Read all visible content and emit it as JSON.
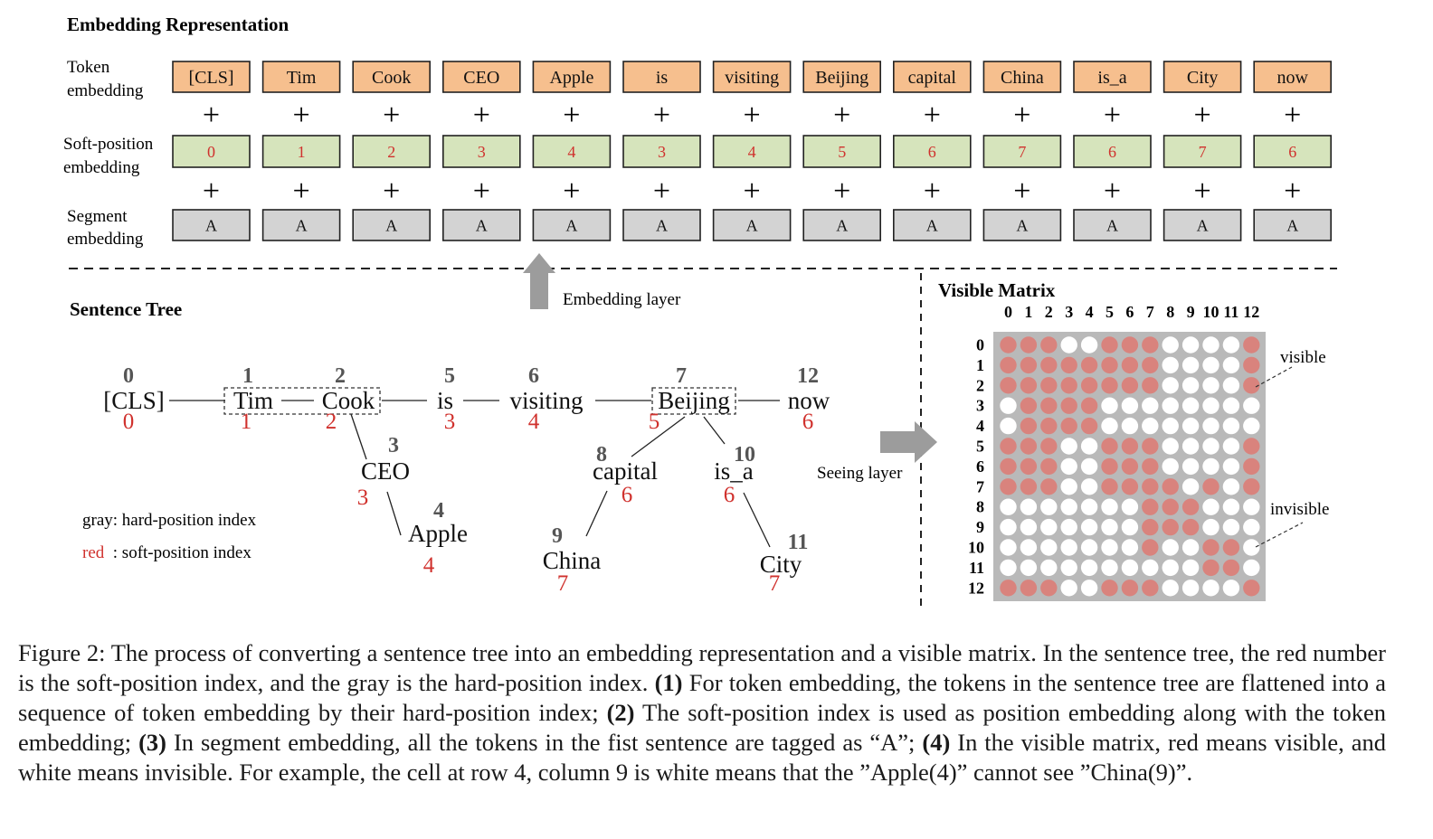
{
  "embedding": {
    "title": "Embedding Representation",
    "row_labels": {
      "token": [
        "Token",
        "embedding"
      ],
      "soft": [
        "Soft-position",
        "embedding"
      ],
      "segment": [
        "Segment",
        "embedding"
      ]
    },
    "tokens": [
      "[CLS]",
      "Tim",
      "Cook",
      "CEO",
      "Apple",
      "is",
      "visiting",
      "Beijing",
      "capital",
      "China",
      "is_a",
      "City",
      "now"
    ],
    "soft_positions": [
      "0",
      "1",
      "2",
      "3",
      "4",
      "3",
      "4",
      "5",
      "6",
      "7",
      "6",
      "7",
      "6"
    ],
    "segments": [
      "A",
      "A",
      "A",
      "A",
      "A",
      "A",
      "A",
      "A",
      "A",
      "A",
      "A",
      "A",
      "A"
    ],
    "plus": "+",
    "colors": {
      "token_fill": "#f6bf8e",
      "soft_fill": "#d6e4bc",
      "segment_fill": "#d3d3d3",
      "soft_text": "#d0312d"
    }
  },
  "tree": {
    "title": "Sentence Tree",
    "embedding_layer_label": "Embedding layer",
    "seeing_layer_label": "Seeing layer",
    "legend": {
      "gray_key": "gray",
      "gray_text": ": hard-position index",
      "red_key": "red",
      "red_text": "  : soft-position index"
    },
    "nodes": [
      {
        "word": "[CLS]",
        "hard": "0",
        "soft": "0"
      },
      {
        "word": "Tim",
        "hard": "1",
        "soft": "1"
      },
      {
        "word": "Cook",
        "hard": "2",
        "soft": "2"
      },
      {
        "word": "is",
        "hard": "5",
        "soft": "3"
      },
      {
        "word": "visiting",
        "hard": "6",
        "soft": "4"
      },
      {
        "word": "Beijing",
        "hard": "7",
        "soft": "5"
      },
      {
        "word": "now",
        "hard": "12",
        "soft": "6"
      },
      {
        "word": "CEO",
        "hard": "3",
        "soft": "3"
      },
      {
        "word": "Apple",
        "hard": "4",
        "soft": "4"
      },
      {
        "word": "capital",
        "hard": "8",
        "soft": "6"
      },
      {
        "word": "is_a",
        "hard": "10",
        "soft": "6"
      },
      {
        "word": "China",
        "hard": "9",
        "soft": "7"
      },
      {
        "word": "City",
        "hard": "11",
        "soft": "7"
      }
    ],
    "colors": {
      "hard": "#555555",
      "soft": "#d0312d"
    }
  },
  "matrix": {
    "title": "Visible Matrix",
    "col_labels": [
      "0",
      "1",
      "2",
      "3",
      "4",
      "5",
      "6",
      "7",
      "8",
      "9",
      "10",
      "11",
      "12"
    ],
    "row_labels": [
      "0",
      "1",
      "2",
      "3",
      "4",
      "5",
      "6",
      "7",
      "8",
      "9",
      "10",
      "11",
      "12"
    ],
    "visible_label": "visible",
    "invisible_label": "invisible",
    "cells": [
      [
        1,
        1,
        1,
        0,
        0,
        1,
        1,
        1,
        0,
        0,
        0,
        0,
        1
      ],
      [
        1,
        1,
        1,
        1,
        1,
        1,
        1,
        1,
        0,
        0,
        0,
        0,
        1
      ],
      [
        1,
        1,
        1,
        1,
        1,
        1,
        1,
        1,
        0,
        0,
        0,
        0,
        1
      ],
      [
        0,
        1,
        1,
        1,
        1,
        0,
        0,
        0,
        0,
        0,
        0,
        0,
        0
      ],
      [
        0,
        1,
        1,
        1,
        1,
        0,
        0,
        0,
        0,
        0,
        0,
        0,
        0
      ],
      [
        1,
        1,
        1,
        0,
        0,
        1,
        1,
        1,
        0,
        0,
        0,
        0,
        1
      ],
      [
        1,
        1,
        1,
        0,
        0,
        1,
        1,
        1,
        0,
        0,
        0,
        0,
        1
      ],
      [
        1,
        1,
        1,
        0,
        0,
        1,
        1,
        1,
        1,
        0,
        1,
        0,
        1
      ],
      [
        0,
        0,
        0,
        0,
        0,
        0,
        0,
        1,
        1,
        1,
        0,
        0,
        0
      ],
      [
        0,
        0,
        0,
        0,
        0,
        0,
        0,
        1,
        1,
        1,
        0,
        0,
        0
      ],
      [
        0,
        0,
        0,
        0,
        0,
        0,
        0,
        1,
        0,
        0,
        1,
        1,
        0
      ],
      [
        0,
        0,
        0,
        0,
        0,
        0,
        0,
        0,
        0,
        0,
        1,
        1,
        0
      ],
      [
        1,
        1,
        1,
        0,
        0,
        1,
        1,
        1,
        0,
        0,
        0,
        0,
        1
      ]
    ],
    "colors": {
      "visible": "#d9837d",
      "invisible": "#ffffff",
      "background": "#b9b9b9"
    }
  },
  "caption": {
    "p1": "Figure 2: The process of converting a sentence tree into an embedding representation and a visible matrix. In the sentence tree, the red number is the soft-position index, and the gray is the hard-position index. ",
    "b1": "(1)",
    "p2": " For token embedding, the tokens in the sentence tree are flattened into a sequence of token embedding by their hard-position index; ",
    "b2": "(2)",
    "p3": " The soft-position index is used as position embedding along with the token embedding; ",
    "b3": "(3)",
    "p4": " In segment embedding, all the tokens in the fist sentence are tagged as “A”; ",
    "b4": "(4)",
    "p5": " In the visible matrix, red means visible, and white means invisible. For example, the cell at row 4, column 9 is white means that the ”Apple(4)” cannot see ”China(9)”."
  }
}
